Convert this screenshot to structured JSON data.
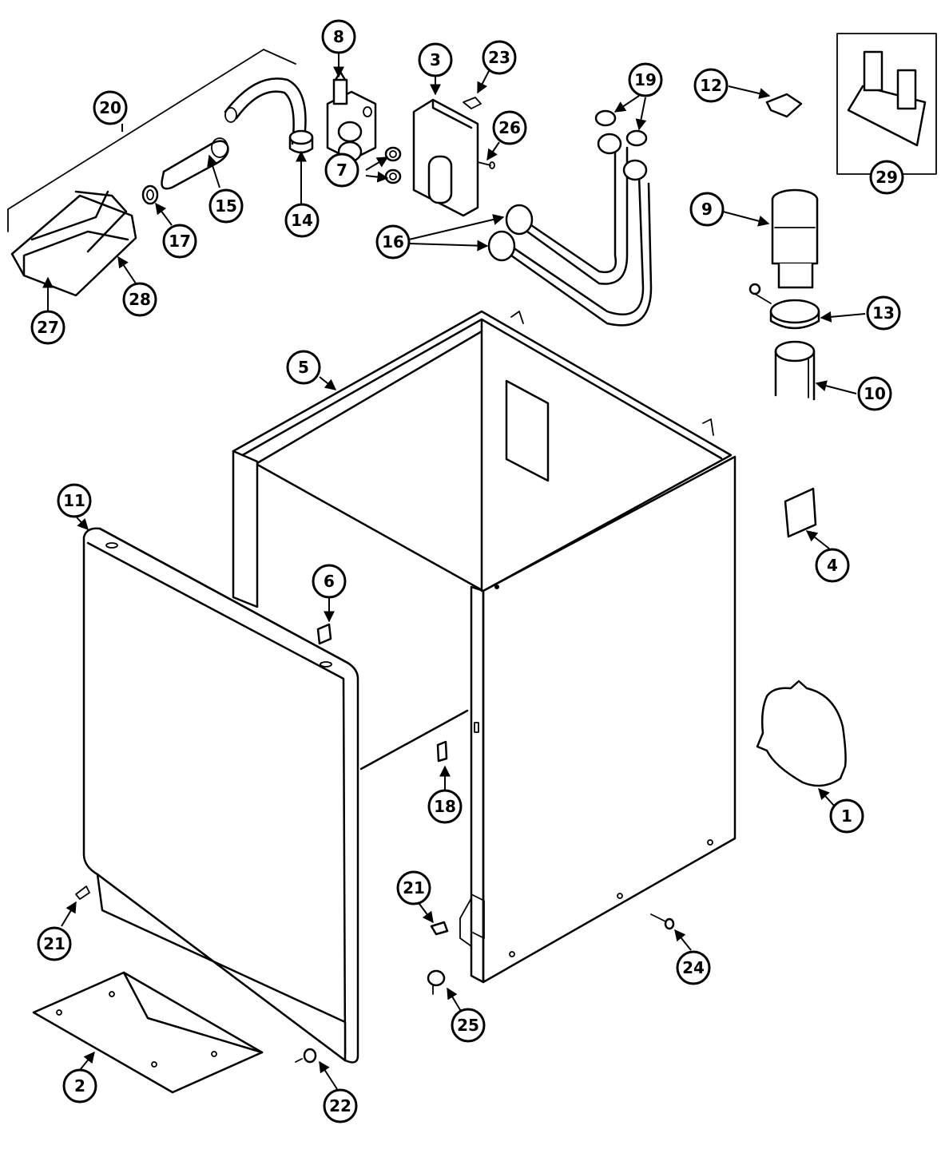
{
  "diagram": {
    "callouts": {
      "c1": "1",
      "c2": "2",
      "c3": "3",
      "c4": "4",
      "c5": "5",
      "c6": "6",
      "c7": "7",
      "c8": "8",
      "c9": "9",
      "c10": "10",
      "c11": "11",
      "c12": "12",
      "c13": "13",
      "c14": "14",
      "c15": "15",
      "c16": "16",
      "c17": "17",
      "c18": "18",
      "c19": "19",
      "c20": "20",
      "c21a": "21",
      "c21b": "21",
      "c22": "22",
      "c23": "23",
      "c24": "24",
      "c25": "25",
      "c26": "26",
      "c27": "27",
      "c28": "28",
      "c29": "29"
    }
  }
}
